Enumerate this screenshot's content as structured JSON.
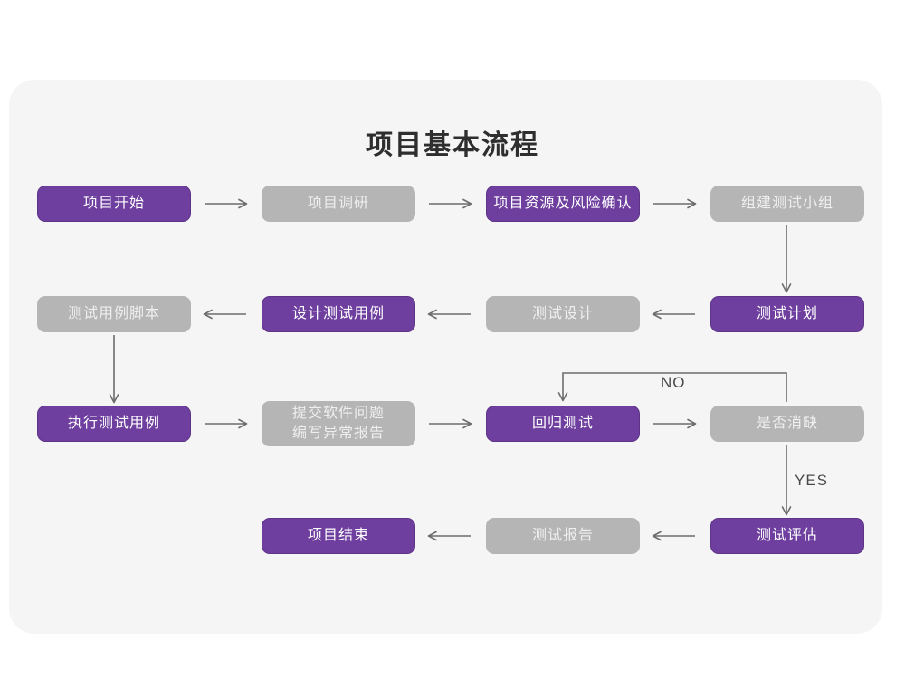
{
  "chart_data": {
    "type": "diagram",
    "diagram_kind": "flowchart",
    "title": "项目基本流程",
    "colors": {
      "page_background": "#ffffff",
      "card_background": "#f5f5f6",
      "accent_purple": "#6e3f9e",
      "muted_gray": "#b5b5b5",
      "connector": "#6d6d6d",
      "title_text": "#2e2e2e"
    },
    "nodes": [
      {
        "id": "n1",
        "label": "项目开始",
        "style": "purple",
        "row": 1,
        "col": 1
      },
      {
        "id": "n2",
        "label": "项目调研",
        "style": "gray",
        "row": 1,
        "col": 2
      },
      {
        "id": "n3",
        "label": "项目资源及风险确认",
        "style": "purple",
        "row": 1,
        "col": 3
      },
      {
        "id": "n4",
        "label": "组建测试小组",
        "style": "gray",
        "row": 1,
        "col": 4
      },
      {
        "id": "n5",
        "label": "测试用例脚本",
        "style": "gray",
        "row": 2,
        "col": 1
      },
      {
        "id": "n6",
        "label": "设计测试用例",
        "style": "purple",
        "row": 2,
        "col": 2
      },
      {
        "id": "n7",
        "label": "测试设计",
        "style": "gray",
        "row": 2,
        "col": 3
      },
      {
        "id": "n8",
        "label": "测试计划",
        "style": "purple",
        "row": 2,
        "col": 4
      },
      {
        "id": "n9",
        "label": "执行测试用例",
        "style": "purple",
        "row": 3,
        "col": 1
      },
      {
        "id": "n10",
        "label": "提交软件问题\n编写异常报告",
        "style": "gray",
        "row": 3,
        "col": 2
      },
      {
        "id": "n11",
        "label": "回归测试",
        "style": "purple",
        "row": 3,
        "col": 3
      },
      {
        "id": "n12",
        "label": "是否消缺",
        "style": "gray",
        "row": 3,
        "col": 4
      },
      {
        "id": "n13",
        "label": "项目结束",
        "style": "purple",
        "row": 4,
        "col": 2
      },
      {
        "id": "n14",
        "label": "测试报告",
        "style": "gray",
        "row": 4,
        "col": 3
      },
      {
        "id": "n15",
        "label": "测试评估",
        "style": "purple",
        "row": 4,
        "col": 4
      }
    ],
    "edges": [
      {
        "from": "n1",
        "to": "n2",
        "label": "",
        "direction": "right"
      },
      {
        "from": "n2",
        "to": "n3",
        "label": "",
        "direction": "right"
      },
      {
        "from": "n3",
        "to": "n4",
        "label": "",
        "direction": "right"
      },
      {
        "from": "n4",
        "to": "n8",
        "label": "",
        "direction": "down"
      },
      {
        "from": "n8",
        "to": "n7",
        "label": "",
        "direction": "left"
      },
      {
        "from": "n7",
        "to": "n6",
        "label": "",
        "direction": "left"
      },
      {
        "from": "n6",
        "to": "n5",
        "label": "",
        "direction": "left"
      },
      {
        "from": "n5",
        "to": "n9",
        "label": "",
        "direction": "down"
      },
      {
        "from": "n9",
        "to": "n10",
        "label": "",
        "direction": "right"
      },
      {
        "from": "n10",
        "to": "n11",
        "label": "",
        "direction": "right"
      },
      {
        "from": "n11",
        "to": "n12",
        "label": "",
        "direction": "right"
      },
      {
        "from": "n12",
        "to": "n11",
        "label": "NO",
        "direction": "loop-up-left"
      },
      {
        "from": "n12",
        "to": "n15",
        "label": "YES",
        "direction": "down"
      },
      {
        "from": "n15",
        "to": "n14",
        "label": "",
        "direction": "left"
      },
      {
        "from": "n14",
        "to": "n13",
        "label": "",
        "direction": "left"
      }
    ],
    "edge_labels": [
      "NO",
      "YES"
    ]
  },
  "nodes": {
    "n1": "项目开始",
    "n2": "项目调研",
    "n3": "项目资源及风险确认",
    "n4": "组建测试小组",
    "n5": "测试用例脚本",
    "n6": "设计测试用例",
    "n7": "测试设计",
    "n8": "测试计划",
    "n9": "执行测试用例",
    "n10": "提交软件问题\n编写异常报告",
    "n11": "回归测试",
    "n12": "是否消缺",
    "n13": "项目结束",
    "n14": "测试报告",
    "n15": "测试评估"
  },
  "labels": {
    "no": "NO",
    "yes": "YES"
  }
}
